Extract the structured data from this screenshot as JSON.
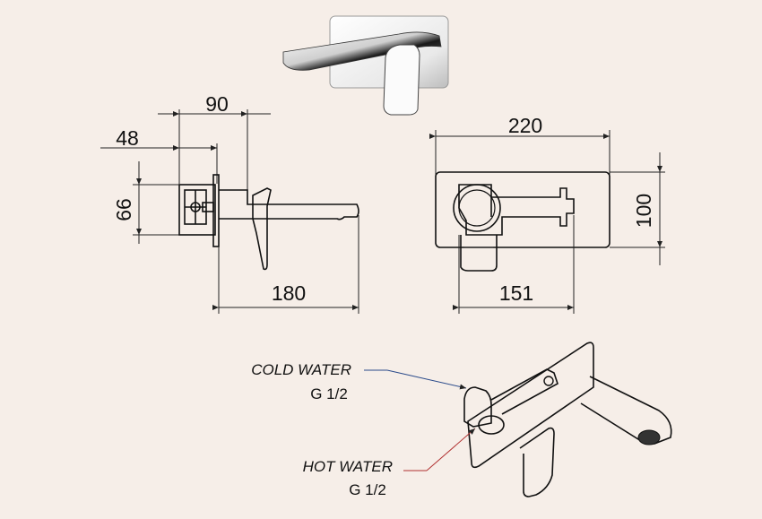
{
  "dimensions": {
    "d90": "90",
    "d48": "48",
    "d66": "66",
    "d180": "180",
    "d220": "220",
    "d100": "100",
    "d151": "151"
  },
  "labels": {
    "cold_water": "COLD WATER",
    "cold_size": "G 1/2",
    "hot_water": "HOT WATER",
    "hot_size": "G 1/2"
  },
  "colors": {
    "background": "#f6eee8",
    "cold_leader": "#2a4a8a",
    "hot_leader": "#b03030"
  }
}
